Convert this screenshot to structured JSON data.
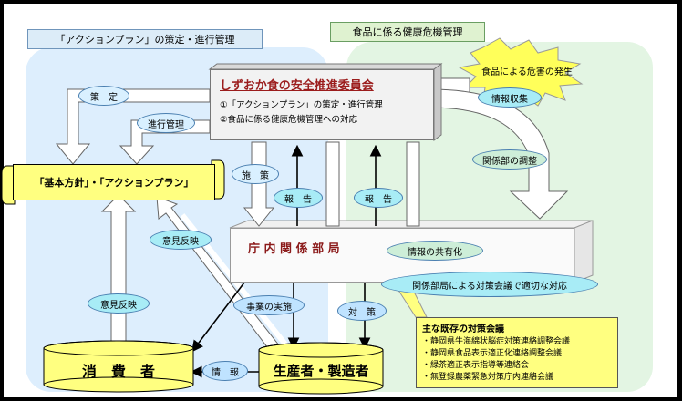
{
  "headers": {
    "left": "「アクションプラン」の策定・進行管理",
    "right": "食品に係る健康危機管理"
  },
  "burst": "食品による危害の発生",
  "committee": {
    "title": "しずおか食の安全推進委員会",
    "item1": "①「アクションプラン」の策定・進行管理",
    "item2": "②食品に係る健康危機管理への対応"
  },
  "scroll": "「基本方針」・「アクションプラン」",
  "departments": {
    "title": "庁 内 関 係 部 局",
    "share": "情報の共有化",
    "meeting": "関係部局による対策会議で適切な対応"
  },
  "labels": {
    "sakutei": "策　定",
    "shinkou": "進行管理",
    "jouhou_shuushuu": "情報収集",
    "kankeibu_chousei": "関係部の調整",
    "shisaku": "施　策",
    "houkoku1": "報　告",
    "houkoku2": "報　告",
    "iken_hanei1": "意見反映",
    "iken_hanei2": "意見反映",
    "jigyou": "事業の実施",
    "taisaku": "対　策",
    "jouhou": "情　報"
  },
  "consumers": "消　費　者",
  "producers": "生産者・製造者",
  "existing_meetings": {
    "title": "主な既存の対策会議",
    "items": [
      "・静岡県牛海綿状脳症対策連絡調整会議",
      "・静岡県食品表示適正化連絡調整会議",
      "・緑茶適正表示指導等連絡会",
      "・無登録農薬緊急対策庁内連絡会議"
    ]
  }
}
